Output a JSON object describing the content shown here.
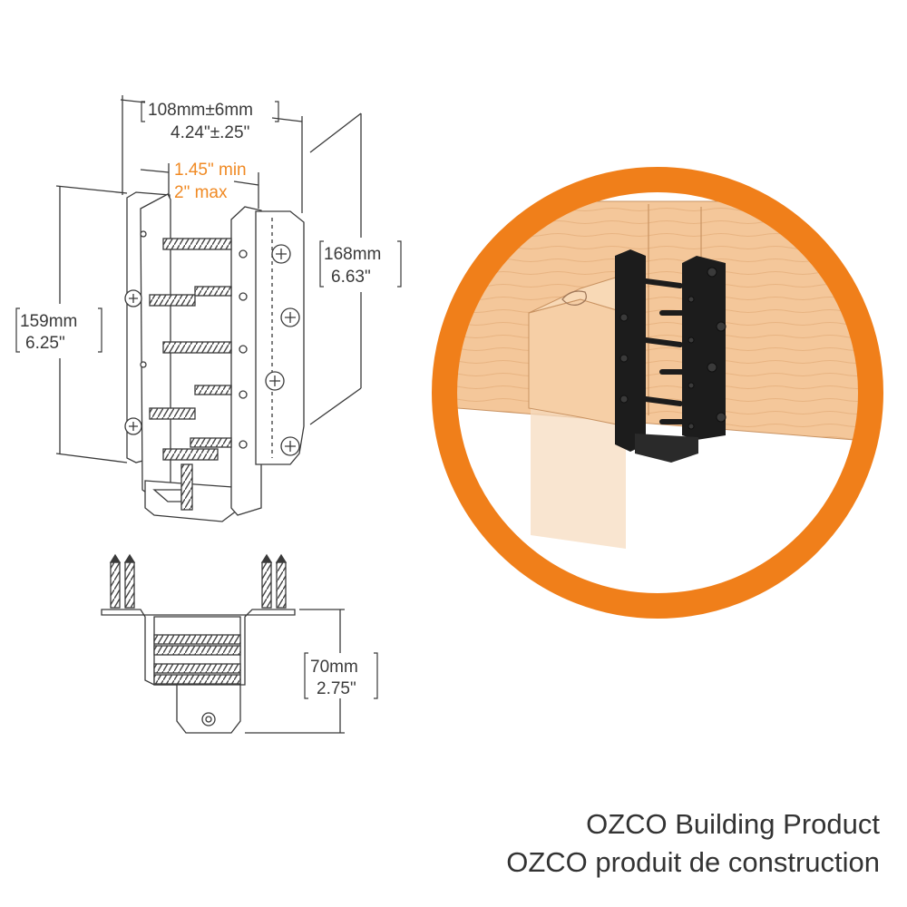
{
  "dimensions": {
    "width_top": {
      "mm": "108mm±6mm",
      "in": "4.24\"±.25\""
    },
    "opening": {
      "min": "1.45\" min",
      "max": "2\" max"
    },
    "height_left": {
      "mm": "159mm",
      "in": "6.25\""
    },
    "height_right": {
      "mm": "168mm",
      "in": "6.63\""
    },
    "depth_bottom": {
      "mm": "70mm",
      "in": "2.75\""
    }
  },
  "caption": {
    "line1": "OZCO Building Product",
    "line2": "OZCO produit de construction"
  },
  "colors": {
    "accent_orange": "#f08a24",
    "wood": "#f4c79a",
    "bracket": "#1c1c1c",
    "line": "#3a3a3a"
  }
}
